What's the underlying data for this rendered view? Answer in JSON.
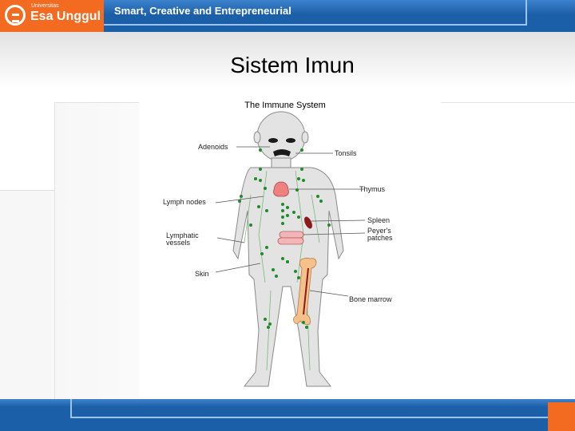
{
  "header": {
    "logo_small": "Universitas",
    "logo_name": "Esa Unggul",
    "tagline": "Smart, Creative and Entrepreneurial",
    "colors": {
      "blue": "#1b5fa8",
      "orange": "#f26b21"
    }
  },
  "slide": {
    "title": "Sistem Imun"
  },
  "diagram": {
    "title": "The Immune System",
    "labels": {
      "adenoids": "Adenoids",
      "tonsils": "Tonsils",
      "thymus": "Thymus",
      "lymph_nodes": "Lymph nodes",
      "spleen": "Spleen",
      "peyers_1": "Peyer's",
      "peyers_2": "patches",
      "lymphatic_1": "Lymphatic",
      "lymphatic_2": "vessels",
      "skin": "Skin",
      "bone_marrow": "Bone marrow"
    },
    "colors": {
      "body": "#e3e3e3",
      "nodes": "#1e8a2a",
      "thymus": "#f08080",
      "spleen": "#8b1a1a",
      "bone": "#f5c089",
      "intestine": "#f3b5b5"
    }
  }
}
